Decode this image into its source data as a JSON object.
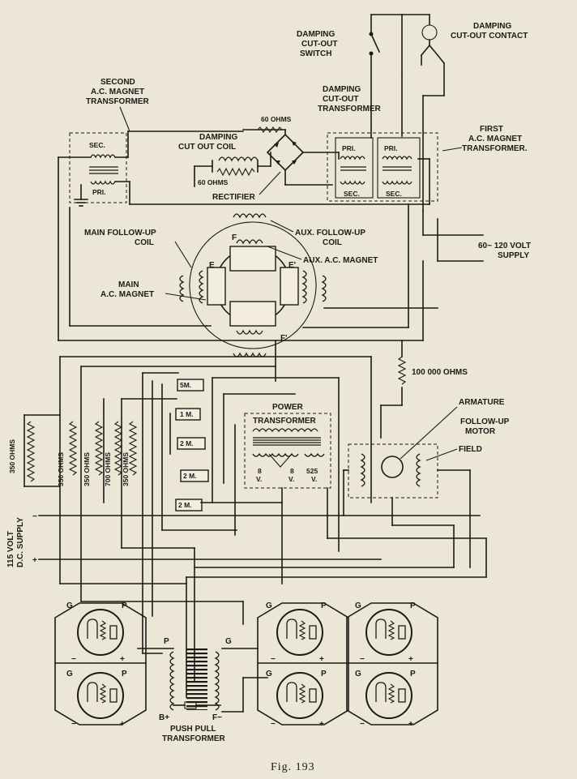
{
  "caption": "Fig. 193",
  "labels": {
    "damping_cutout_switch": [
      "DAMPING",
      "CUT-OUT",
      "SWITCH"
    ],
    "damping_cutout_contact": [
      "DAMPING",
      "CUT-OUT CONTACT"
    ],
    "damping_cutout_transformer": [
      "DAMPING",
      "CUT-OUT",
      "TRANSFORMER"
    ],
    "second_ac_magnet_transformer": [
      "SECOND",
      "A.C. MAGNET",
      "TRANSFORMER"
    ],
    "first_ac_magnet_transformer": [
      "FIRST",
      "A.C. MAGNET",
      "TRANSFORMER."
    ],
    "damping_cutout_coil": [
      "DAMPING",
      "CUT OUT COIL"
    ],
    "sixty_ohms_a": "60 OHMS",
    "sixty_ohms_b": "60 OHMS",
    "rectifier": "RECTIFIER",
    "sec": "SEC.",
    "pri": "PRI.",
    "main_follow_up_coil": [
      "MAIN FOLLOW-UP",
      "COIL"
    ],
    "aux_follow_up_coil": [
      "AUX. FOLLOW-UP",
      "COIL"
    ],
    "aux_ac_magnet": "AUX. A.C. MAGNET",
    "main_ac_magnet": [
      "MAIN",
      "A.C. MAGNET"
    ],
    "supply_ac": [
      "60~ 120 VOLT",
      "SUPPLY"
    ],
    "hundred_k_ohms": "100 000 OHMS",
    "armature": "ARMATURE",
    "follow_up_motor": [
      "FOLLOW-UP",
      "MOTOR"
    ],
    "field": "FIELD",
    "power_transformer": [
      "POWER",
      "TRANSFORMER"
    ],
    "v8": "8",
    "v525": "525",
    "v": "V.",
    "res_350_outer": "350 OHMS",
    "res_350_a": "350 OHMS",
    "res_350_b": "350 OHMS",
    "res_700": "700 OHMS",
    "res_350_c": "350 OHMS",
    "cap_5m": "5M.",
    "cap_1m": "1 M.",
    "cap_2m_a": "2 M.",
    "cap_2m_b": "2 M.",
    "cap_2m_c": "2 M.",
    "dc_supply": [
      "115 VOLT",
      "D.C. SUPPLY"
    ],
    "minus": "−",
    "plus": "+",
    "G": "G",
    "P": "P",
    "E": "E",
    "E_prime": "E'",
    "F": "F",
    "F_prime": "F'",
    "b_plus": "B+",
    "f_minus": "F−",
    "push_pull_transformer": [
      "PUSH PULL",
      "TRANSFORMER"
    ]
  }
}
